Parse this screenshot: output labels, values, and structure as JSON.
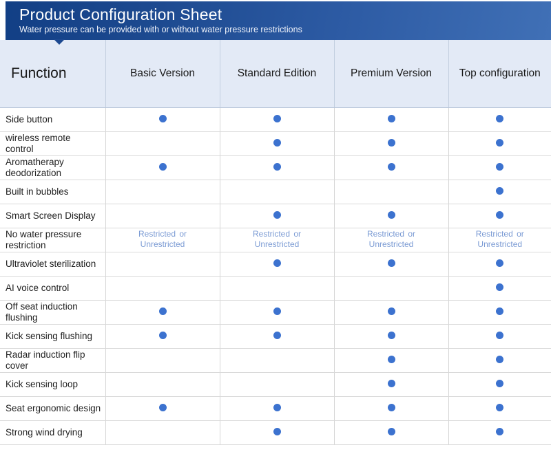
{
  "banner": {
    "title": "Product Configuration Sheet",
    "subtitle": "Water pressure can be provided with or without water pressure restrictions",
    "gradient_start": "#123f85",
    "gradient_end": "#4070b6",
    "pointer_color": "#1c4890"
  },
  "table": {
    "header_bg": "#e3eaf6",
    "dot_color": "#3c72cf",
    "note_color": "#7b9bd4",
    "columns": [
      {
        "label": "Function",
        "kind": "function"
      },
      {
        "label": "Basic Version",
        "kind": "version"
      },
      {
        "label": "Standard Edition",
        "kind": "version"
      },
      {
        "label": "Premium Version",
        "kind": "version"
      },
      {
        "label": "Top configuration",
        "kind": "version"
      }
    ],
    "note_text_line1": "Restricted  or",
    "note_text_line2": "Unrestricted",
    "rows": [
      {
        "feature": "Side button",
        "cells": [
          "dot",
          "dot",
          "dot",
          "dot"
        ]
      },
      {
        "feature": "wireless remote control",
        "cells": [
          "",
          "dot",
          "dot",
          "dot"
        ]
      },
      {
        "feature": "Aromatherapy deodorization",
        "cells": [
          "dot",
          "dot",
          "dot",
          "dot"
        ]
      },
      {
        "feature": "Built in bubbles",
        "cells": [
          "",
          "",
          "",
          "dot"
        ]
      },
      {
        "feature": "Smart Screen Display",
        "cells": [
          "",
          "dot",
          "dot",
          "dot"
        ]
      },
      {
        "feature": "No water pressure restriction",
        "cells": [
          "note",
          "note",
          "note",
          "note"
        ]
      },
      {
        "feature": "Ultraviolet sterilization",
        "cells": [
          "",
          "dot",
          "dot",
          "dot"
        ]
      },
      {
        "feature": "AI voice control",
        "cells": [
          "",
          "",
          "",
          "dot"
        ]
      },
      {
        "feature": "Off seat induction flushing",
        "cells": [
          "dot",
          "dot",
          "dot",
          "dot"
        ]
      },
      {
        "feature": "Kick sensing flushing",
        "cells": [
          "dot",
          "dot",
          "dot",
          "dot"
        ]
      },
      {
        "feature": "Radar induction flip cover",
        "cells": [
          "",
          "",
          "dot",
          "dot"
        ]
      },
      {
        "feature": "Kick sensing loop",
        "cells": [
          "",
          "",
          "dot",
          "dot"
        ]
      },
      {
        "feature": "Seat ergonomic design",
        "cells": [
          "dot",
          "dot",
          "dot",
          "dot"
        ]
      },
      {
        "feature": "Strong wind drying",
        "cells": [
          "",
          "dot",
          "dot",
          "dot"
        ]
      }
    ]
  }
}
